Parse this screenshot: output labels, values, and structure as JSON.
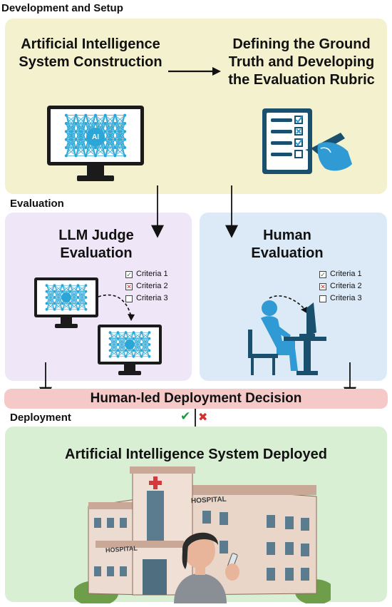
{
  "sections": {
    "development": "Development and Setup",
    "evaluation": "Evaluation",
    "deployment": "Deployment"
  },
  "development": {
    "ai_construction_title": "Artificial Intelligence System Construction",
    "ground_truth_title": "Defining the Ground Truth and Developing the Evaluation Rubric",
    "ai_badge": "AI"
  },
  "evaluation": {
    "llm_title": "LLM Judge Evaluation",
    "human_title": "Human Evaluation",
    "criteria_llm": [
      {
        "label": "Criteria 1",
        "status": "check"
      },
      {
        "label": "Criteria 2",
        "status": "cross"
      },
      {
        "label": "Criteria 3",
        "status": "empty"
      }
    ],
    "criteria_human": [
      {
        "label": "Criteria 1",
        "status": "check"
      },
      {
        "label": "Criteria 2",
        "status": "cross"
      },
      {
        "label": "Criteria 3",
        "status": "empty"
      }
    ]
  },
  "decision": {
    "label": "Human-led Deployment Decision",
    "check_mark": "✔",
    "cross_mark": "✖"
  },
  "deployment": {
    "title": "Artificial Intelligence System Deployed",
    "hospital_sign_front": "HOSPITAL",
    "hospital_sign_side": "HOSPITAL"
  },
  "colors": {
    "dev_panel": "#f4f1cf",
    "llm_panel": "#efe6f8",
    "human_panel": "#dceaf7",
    "decision_bar": "#f6c9c9",
    "deploy_panel": "#d9efd4",
    "network_blue": "#2ba6d6",
    "icon_dark": "#1a4f6e",
    "figure_blue": "#2f9ad3"
  }
}
